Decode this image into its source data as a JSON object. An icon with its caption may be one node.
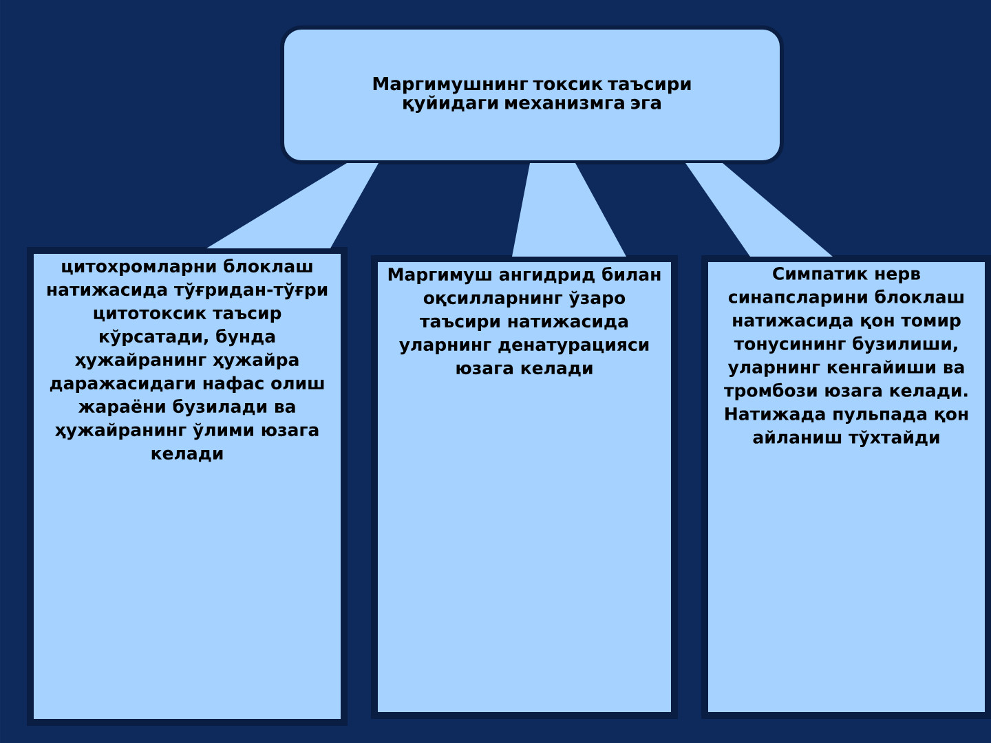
{
  "diagram": {
    "nodes": [
      {
        "text": [
          "Маргимушнинг токсик таъсири қуйидаги механизмга эга"
        ]
      },
      {
        "text": [
          "цитохромларни блоклаш натижасида тўғридан-тўғри цитотоксик таъсир кўрсатади, бунда ҳужайранинг ҳужайра даражасидаги нафас олиш жараёни бузилади ва ҳужайранинг ўлими юзага келади"
        ]
      },
      {
        "text": [
          "Маргимуш ангидрид билан оқсилларнинг ўзаро таъсири натижасида уларнинг денатурацияси юзага келади"
        ]
      },
      {
        "text": [
          "Симпатик нерв синапсларини блоклаш натижасида қон томир тонусининг бузилиши, уларнинг кенгайиши ва тромбози юзага келади. Натижада пульпада қон айланиш тўхтайди"
        ]
      }
    ],
    "edges": [
      {
        "from": 0,
        "to": 1,
        "arrow": "none"
      },
      {
        "from": 0,
        "to": 2,
        "arrow": "none"
      },
      {
        "from": 0,
        "to": 3,
        "arrow": "none"
      }
    ]
  }
}
